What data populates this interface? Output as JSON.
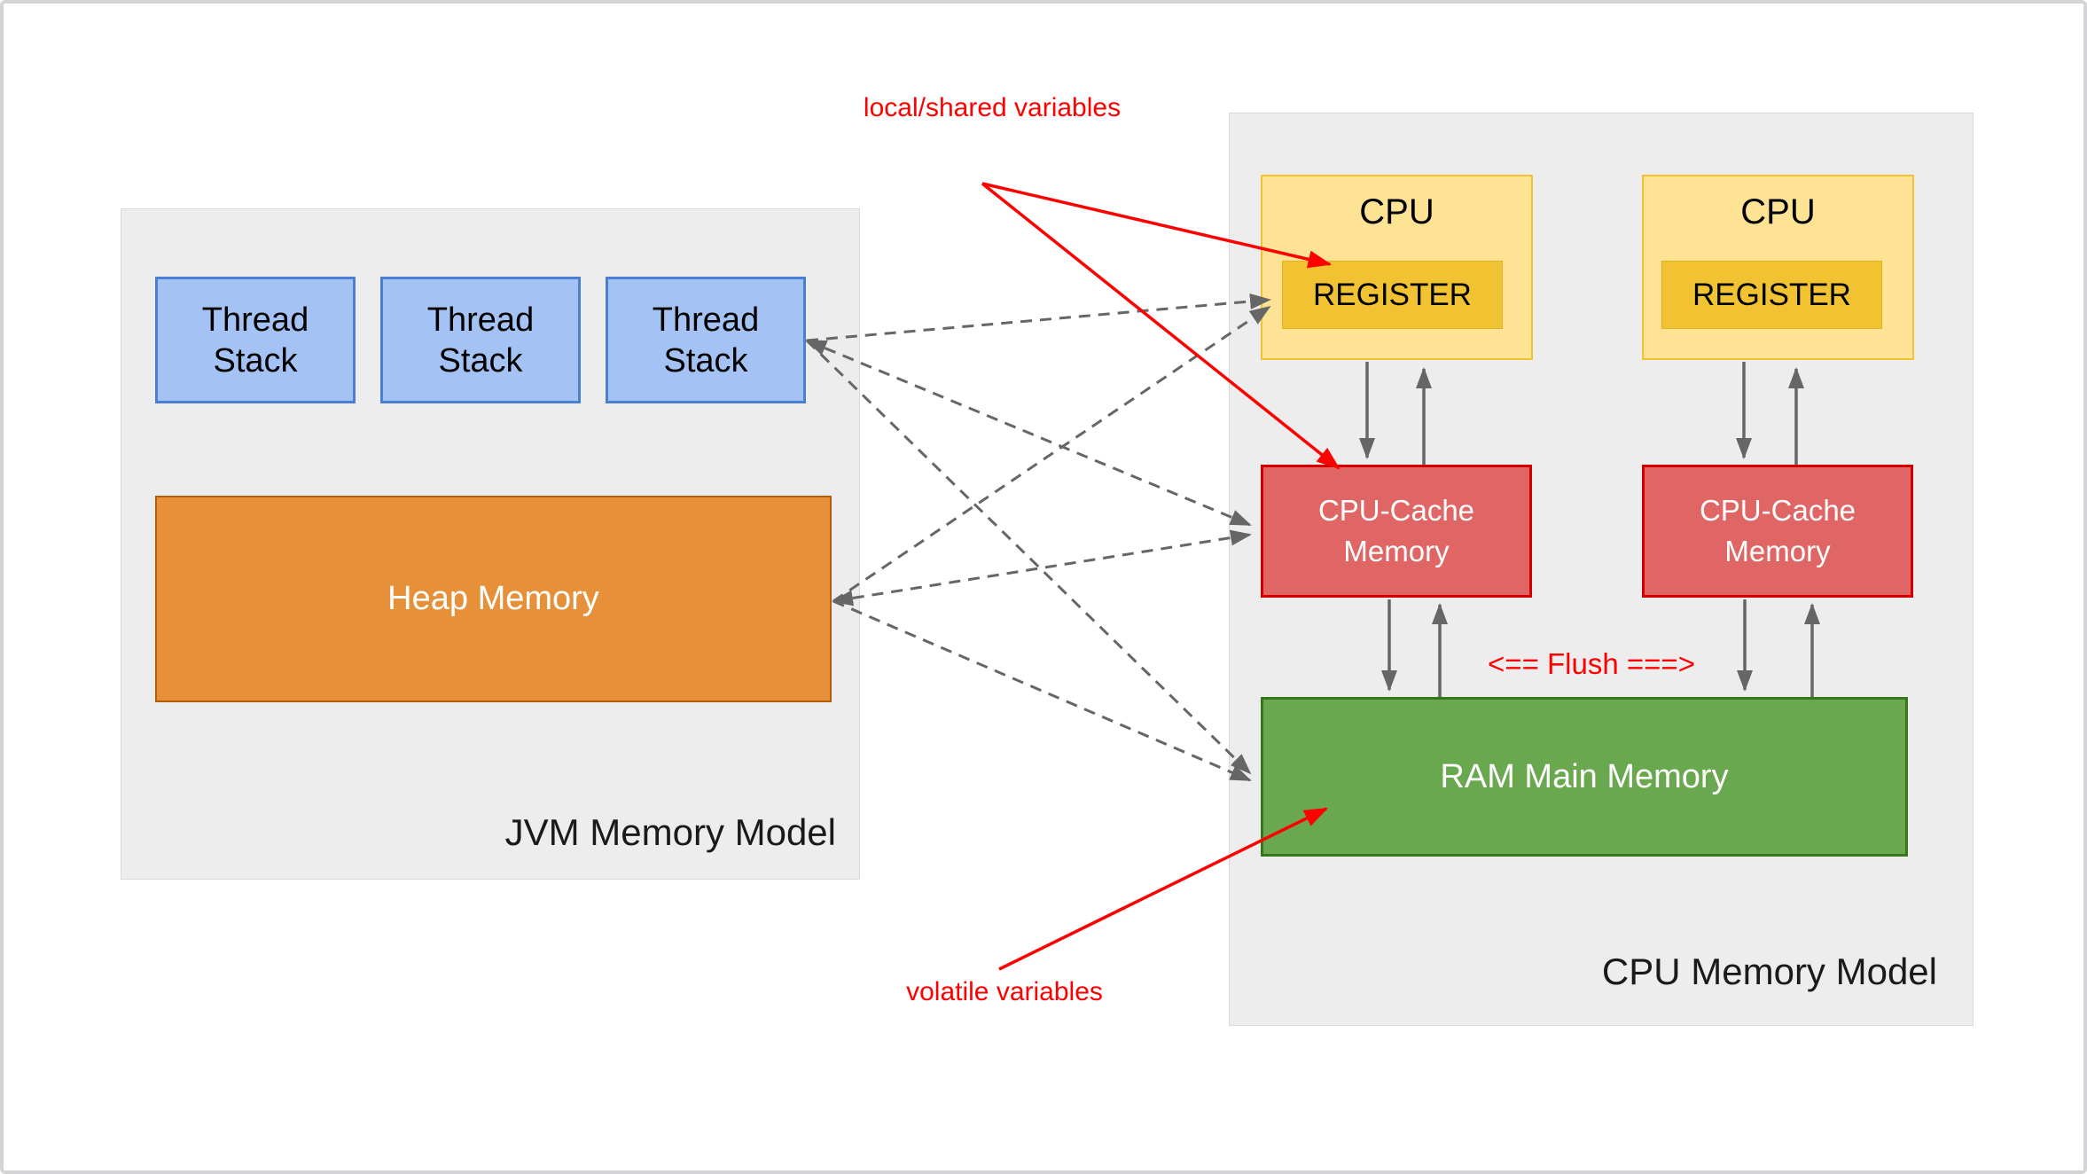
{
  "jvm_model": {
    "title": "JVM Memory Model",
    "thread_stacks": [
      "Thread Stack",
      "Thread Stack",
      "Thread Stack"
    ],
    "heap_label": "Heap Memory"
  },
  "cpu_model": {
    "title": "CPU Memory Model",
    "cpus": [
      {
        "label": "CPU",
        "register_label": "REGISTER"
      },
      {
        "label": "CPU",
        "register_label": "REGISTER"
      }
    ],
    "caches": [
      "CPU-Cache Memory",
      "CPU-Cache Memory"
    ],
    "ram_label": "RAM Main Memory",
    "flush_label": "<== Flush ===>"
  },
  "annotations": {
    "local_shared": "local/shared variables",
    "volatile": "volatile variables"
  },
  "colors": {
    "container_fill": "#ededed",
    "container_border": "#d9d9d9",
    "thread_fill": "#a4c2f4",
    "thread_border": "#4a7fd6",
    "heap_fill": "#e6913a",
    "heap_border": "#b45f06",
    "cpu_fill": "#ffe394",
    "cpu_border": "#f1c232",
    "register_fill": "#f1c232",
    "cache_fill": "#e06666",
    "cache_border": "#d00000",
    "ram_fill": "#6aa84f",
    "ram_border": "#38761d",
    "annotation_red": "#fe0000",
    "connector_gray": "#666666"
  }
}
